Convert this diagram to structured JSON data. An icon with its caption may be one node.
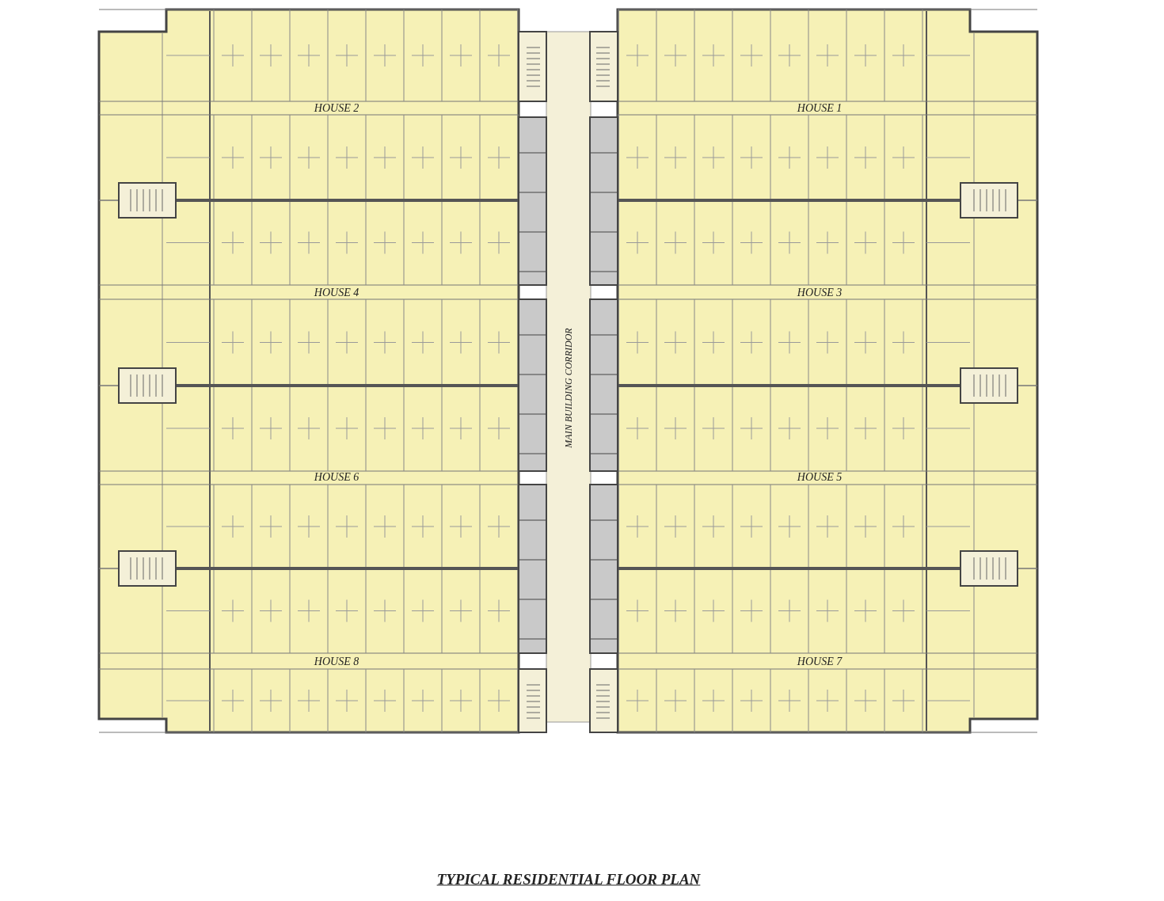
{
  "diagram": {
    "title": "TYPICAL RESIDENTIAL FLOOR PLAN",
    "labels": [
      "HOUSE 2",
      "HOUSE 1",
      "HOUSE 4",
      "HOUSE 3",
      "MAIN BUILDING CORRIDOR",
      "HOUSE 6",
      "HOUSE 5",
      "HOUSE 8",
      "HOUSE 7"
    ]
  }
}
